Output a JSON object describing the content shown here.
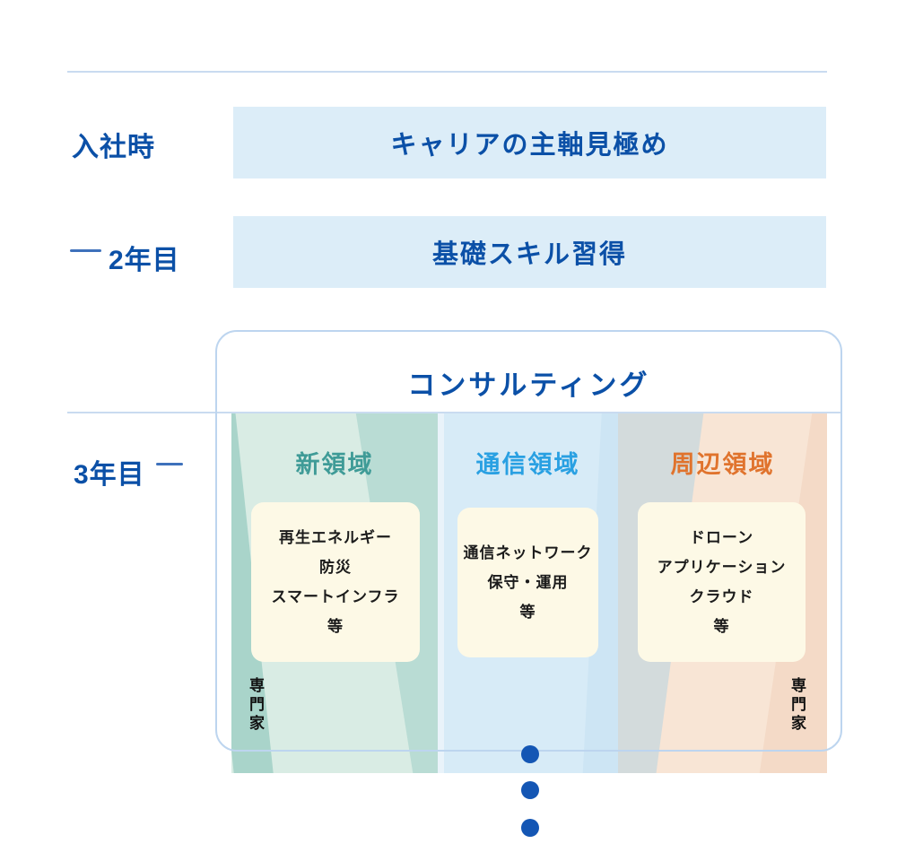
{
  "timeline": {
    "row1": {
      "label": "入社時",
      "box_text": "キャリアの主軸見極め"
    },
    "row2": {
      "label": "2年目",
      "box_text": "基礎スキル習得"
    },
    "row3": {
      "label": "3年目"
    }
  },
  "consulting": {
    "title": "コンサルティング",
    "columns": [
      {
        "header": "新領域",
        "theme_color": "#3f9b97",
        "items": [
          "再生エネルギー",
          "防災",
          "スマートインフラ",
          "等"
        ],
        "expert_label": "専門家"
      },
      {
        "header": "通信領域",
        "theme_color": "#29a0e2",
        "items": [
          "通信ネットワーク",
          "保守・運用",
          "等"
        ]
      },
      {
        "header": "周辺領域",
        "theme_color": "#e0732d",
        "items": [
          "ドローン",
          "アプリケーション",
          "クラウド",
          "等"
        ],
        "expert_label": "専門家"
      }
    ],
    "continuation_dots": 3
  },
  "colors": {
    "heading_blue": "#0b50a7",
    "guide_line_blue": "#c9dbf0",
    "frame_border_blue": "#bdd5ef",
    "phase_box_fill": "#dcedf8",
    "card_fill": "#fdf9e6",
    "dot_blue": "#1456b4",
    "column1_base": "#d9ece4",
    "column1_dark_band": "#a9d4ca",
    "column1_mid_band": "#b9dcd4",
    "column2_base": "#d7ebf7",
    "column3_base": "#f8e5d5",
    "column3_gray_band": "#d3dbdc",
    "column3_dark_band": "#f4dac7"
  }
}
